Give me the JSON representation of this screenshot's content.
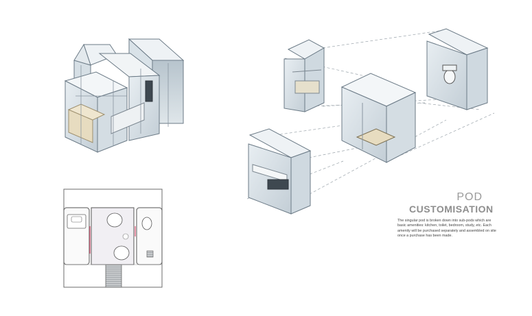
{
  "title": {
    "line1": "POD",
    "line2": "CUSTOMISATION"
  },
  "description": "The singular pod is broken down into sub-pods which are basic amenities: kitchen, toilet, bedroom, study, etc. Each amenity will be purchased separately and assembled on site once a purchase has been made.",
  "colors": {
    "frame": "#dfe6ec",
    "frame_stroke": "#6b7a86",
    "glass": "#cfd9e0",
    "bed": "#e7dcc0",
    "plan_accent": "#e45a7a",
    "dash": "#9aa3aa"
  }
}
